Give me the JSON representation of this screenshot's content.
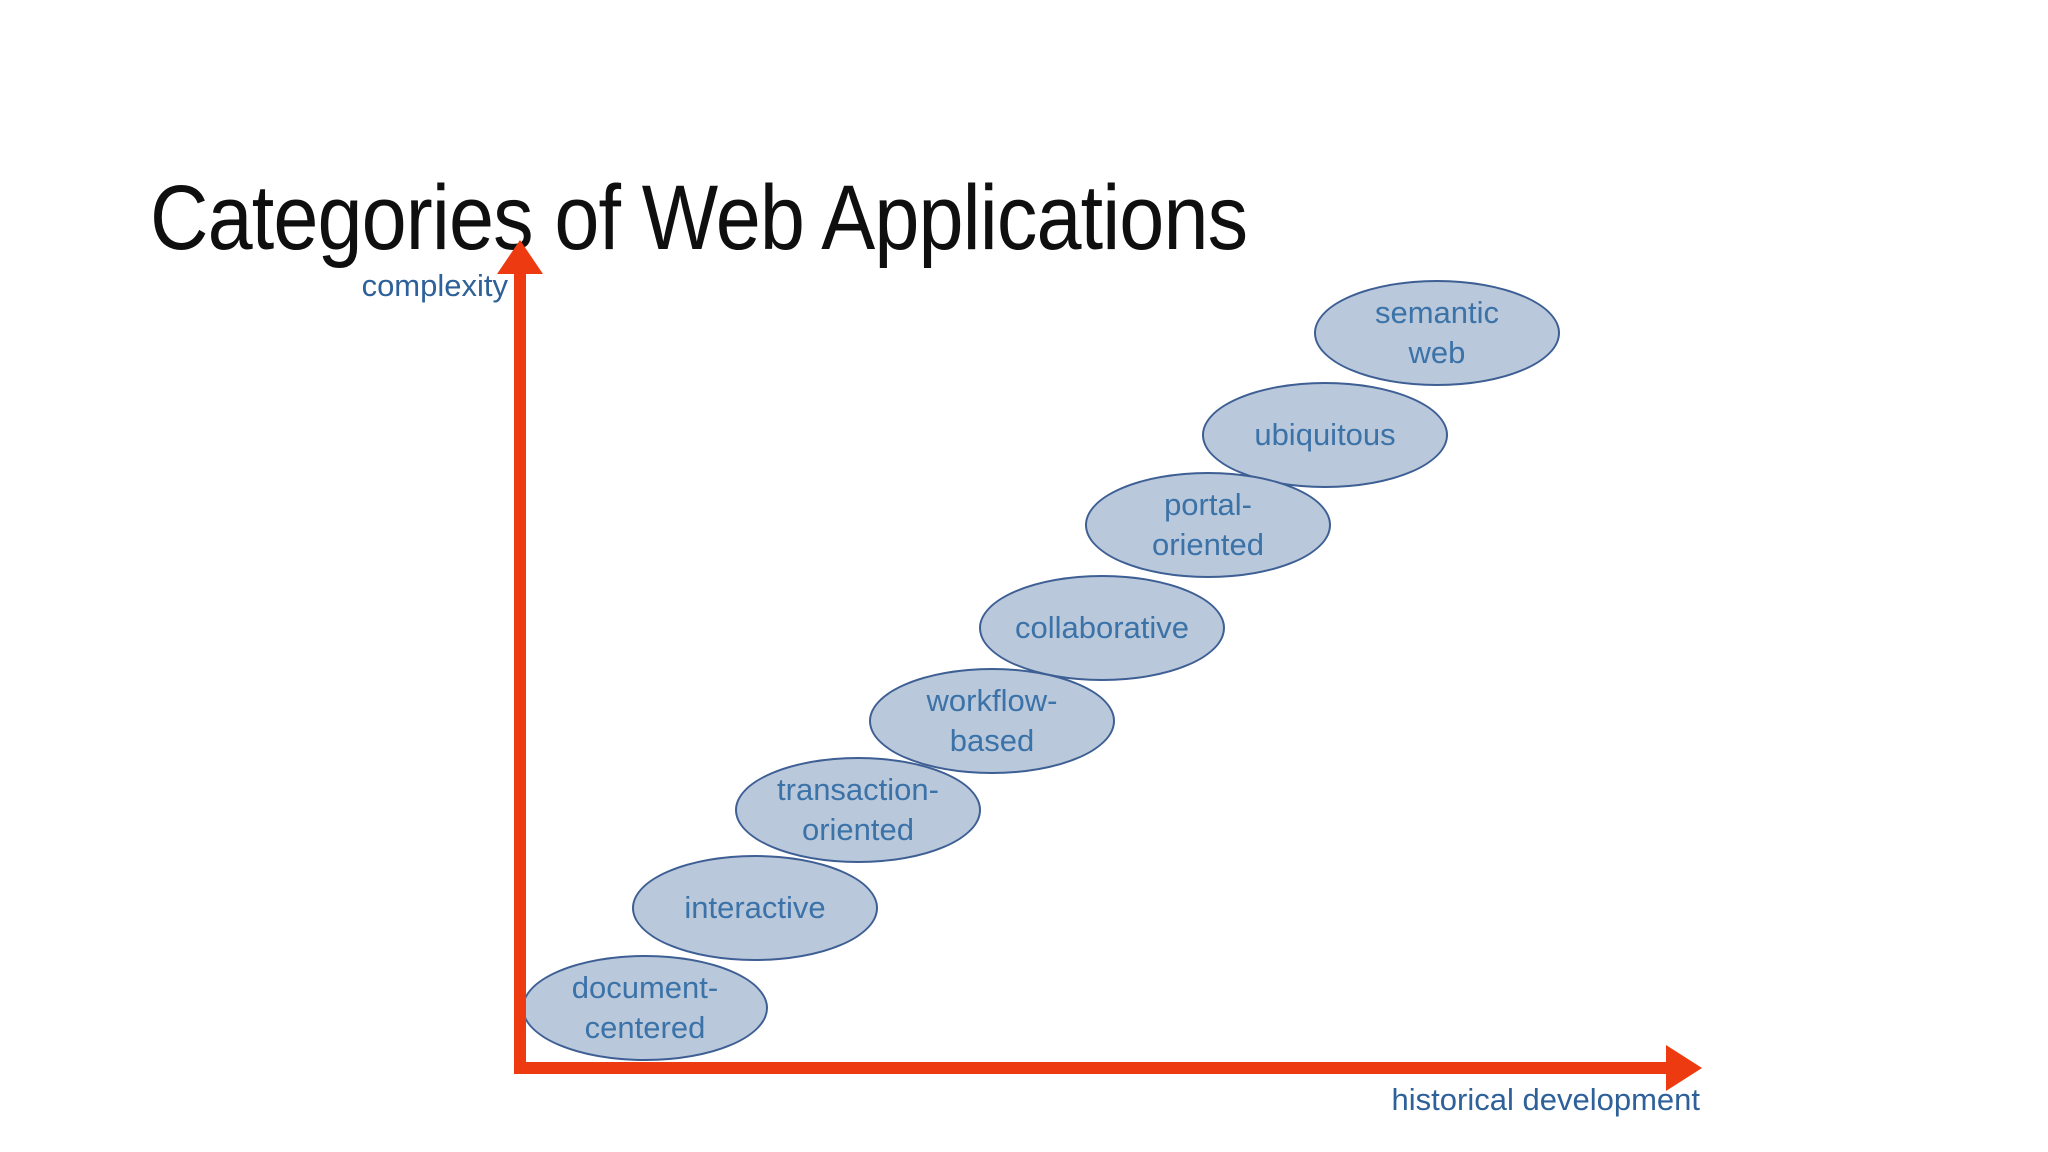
{
  "slide": {
    "title": "Categories of Web Applications"
  },
  "diagram": {
    "y_axis_label": "complexity",
    "x_axis_label": "historical development",
    "categories": [
      {
        "label": "document-\ncentered"
      },
      {
        "label": "interactive"
      },
      {
        "label": "transaction-\noriented"
      },
      {
        "label": "workflow-\nbased"
      },
      {
        "label": "collaborative"
      },
      {
        "label": "portal-\noriented"
      },
      {
        "label": "ubiquitous"
      },
      {
        "label": "semantic\nweb"
      }
    ],
    "order_note": "categories listed from lowest complexity / earliest to highest complexity / latest"
  },
  "colors": {
    "axis_arrow": "#ee3a10",
    "axis_label_text": "#2e6099",
    "ellipse_fill": "#b9c8db",
    "ellipse_border": "#3e5f94",
    "ellipse_text": "#3b72a8",
    "title_text": "#0f0f0f",
    "background": "#ffffff"
  }
}
